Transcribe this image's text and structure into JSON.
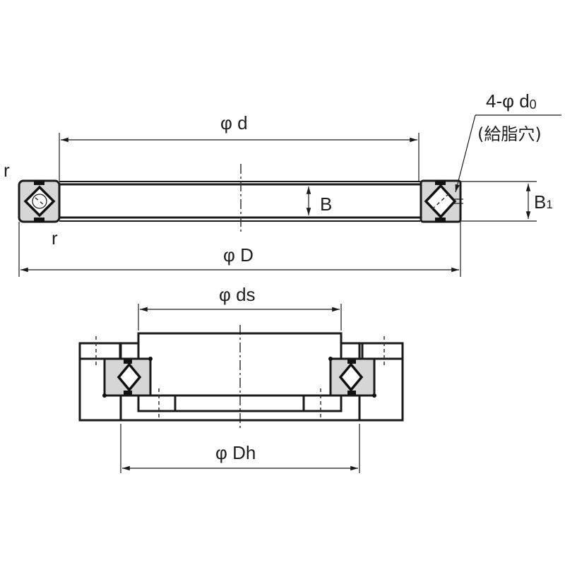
{
  "diagram": {
    "type": "cross-roller bearing dimension drawing",
    "colors": {
      "line": "#1a1a1a",
      "section_fill": "#d6d6d6",
      "background": "#ffffff"
    },
    "top_view": {
      "labels": {
        "inner_diameter": "φ d",
        "outer_diameter": "φ D",
        "width_inner": "B",
        "width_outer": "B1",
        "width_outer_base": "B",
        "width_outer_sub": "1",
        "fillet_top": "r",
        "fillet_bottom": "r",
        "lube_hole_qty": "4-φ d",
        "lube_hole_sub": "0",
        "lube_hole_note": "(給脂穴)"
      }
    },
    "mounting_view": {
      "labels": {
        "shaft_diameter": "φ ds",
        "housing_diameter": "φ Dh"
      }
    }
  }
}
